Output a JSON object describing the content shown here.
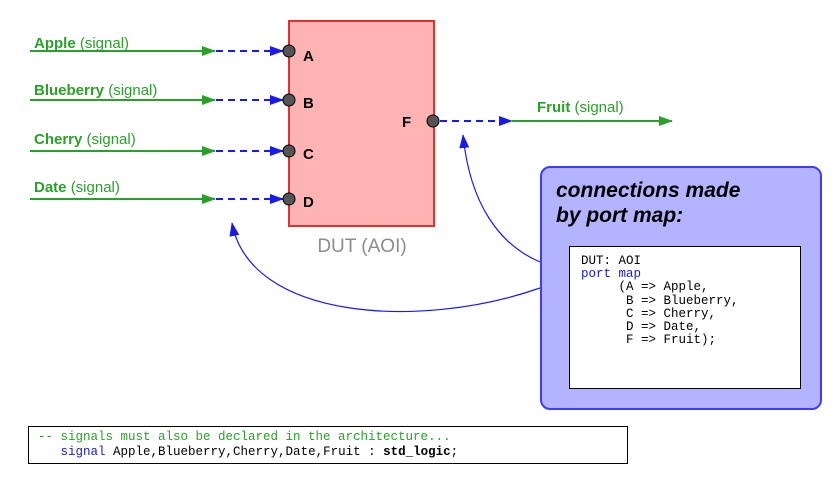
{
  "inputs": [
    {
      "name": "Apple",
      "kind": "(signal)",
      "port": "A"
    },
    {
      "name": "Blueberry",
      "kind": "(signal)",
      "port": "B"
    },
    {
      "name": "Cherry",
      "kind": "(signal)",
      "port": "C"
    },
    {
      "name": "Date",
      "kind": "(signal)",
      "port": "D"
    }
  ],
  "output": {
    "name": "Fruit",
    "kind": "(signal)",
    "port": "F"
  },
  "dut_label": "DUT (AOI)",
  "port_map": {
    "title_line1": "connections made",
    "title_line2": "by port map:",
    "code": {
      "line1": "DUT: AOI",
      "line2_kw": "port map",
      "line3": "     (A => Apple,",
      "line4": "      B => Blueberry,",
      "line5": "      C => Cherry,",
      "line6": "      D => Date,",
      "line7": "      F => Fruit);"
    }
  },
  "declaration": {
    "comment": "-- signals must also be declared in the architecture...",
    "indent": "   ",
    "keyword": "signal",
    "names": " Apple,Blueberry,Cherry,Date,Fruit : ",
    "type": "std_logic",
    "end": ";"
  },
  "colors": {
    "signal_green": "#2aa02a",
    "dashed_blue": "#1a1aee",
    "dut_fill": "#ffb3b3",
    "dut_border": "#e03030",
    "panel_fill": "#b3b3ff",
    "panel_border": "#3d3dff",
    "port_dot": "#555555"
  }
}
